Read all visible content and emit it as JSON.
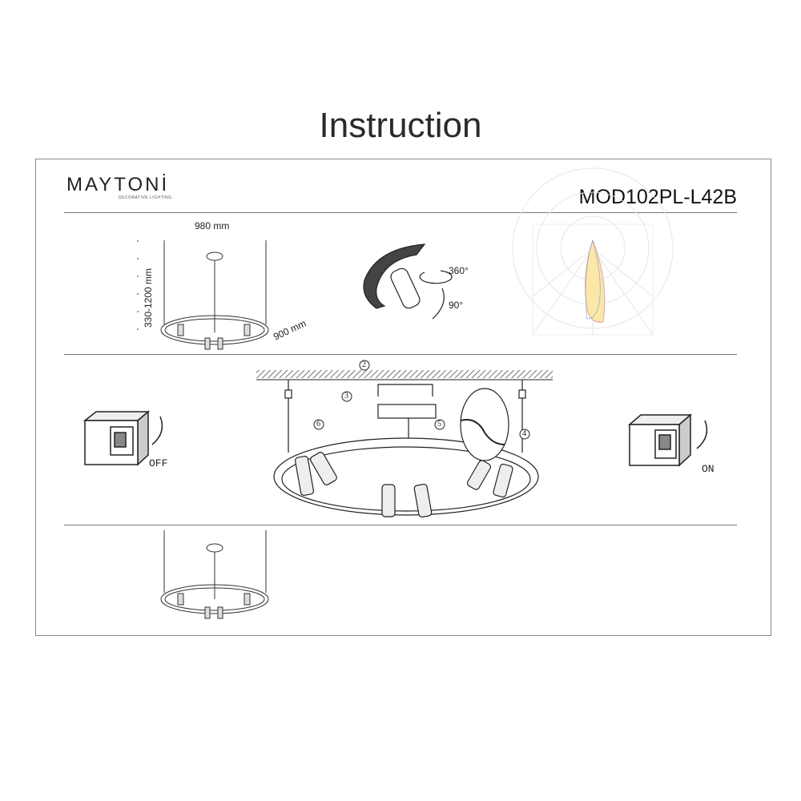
{
  "title": "Instruction",
  "brand": {
    "name": "MAYTONİ",
    "tagline": "DECORATIVE LIGHTING"
  },
  "model": "MOD102PL-L42B",
  "dimensions": {
    "width": "980 mm",
    "height": "330-1200 mm",
    "diameter": "900 mm"
  },
  "rotation": {
    "horizontal": "360°",
    "vertical": "90°"
  },
  "install_steps": [
    "2",
    "3",
    "4",
    "5",
    "6"
  ],
  "switch": {
    "off_label": "OFF",
    "on_label": "ON"
  },
  "colors": {
    "beam_fill": "#fbe7a6",
    "beam_stroke_1": "#e8a3a0",
    "beam_stroke_2": "#8da4d8",
    "line": "#333333"
  }
}
